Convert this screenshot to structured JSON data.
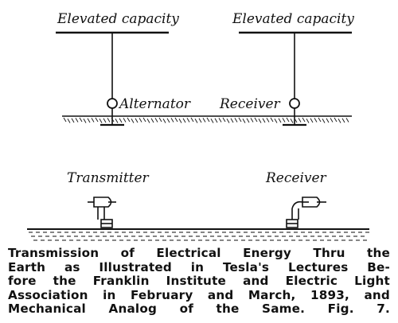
{
  "labels": {
    "left_top": "Elevated capacity",
    "right_top": "Elevated capacity",
    "alternator": "Alternator",
    "receiver_top": "Receiver",
    "transmitter": "Transmitter",
    "receiver_bottom": "Receiver"
  },
  "caption": {
    "lines": [
      "Transmission of Electrical Energy Thru the",
      "Earth as Illustrated in Tesla's Lectures Be-",
      "fore the Franklin Institute and Electric Light",
      "Association in February and March, 1893, and",
      "Mechanical Analog of the Same.  Fig. 7."
    ]
  },
  "colors": {
    "ink": "#111111",
    "paper": "#ffffff"
  }
}
